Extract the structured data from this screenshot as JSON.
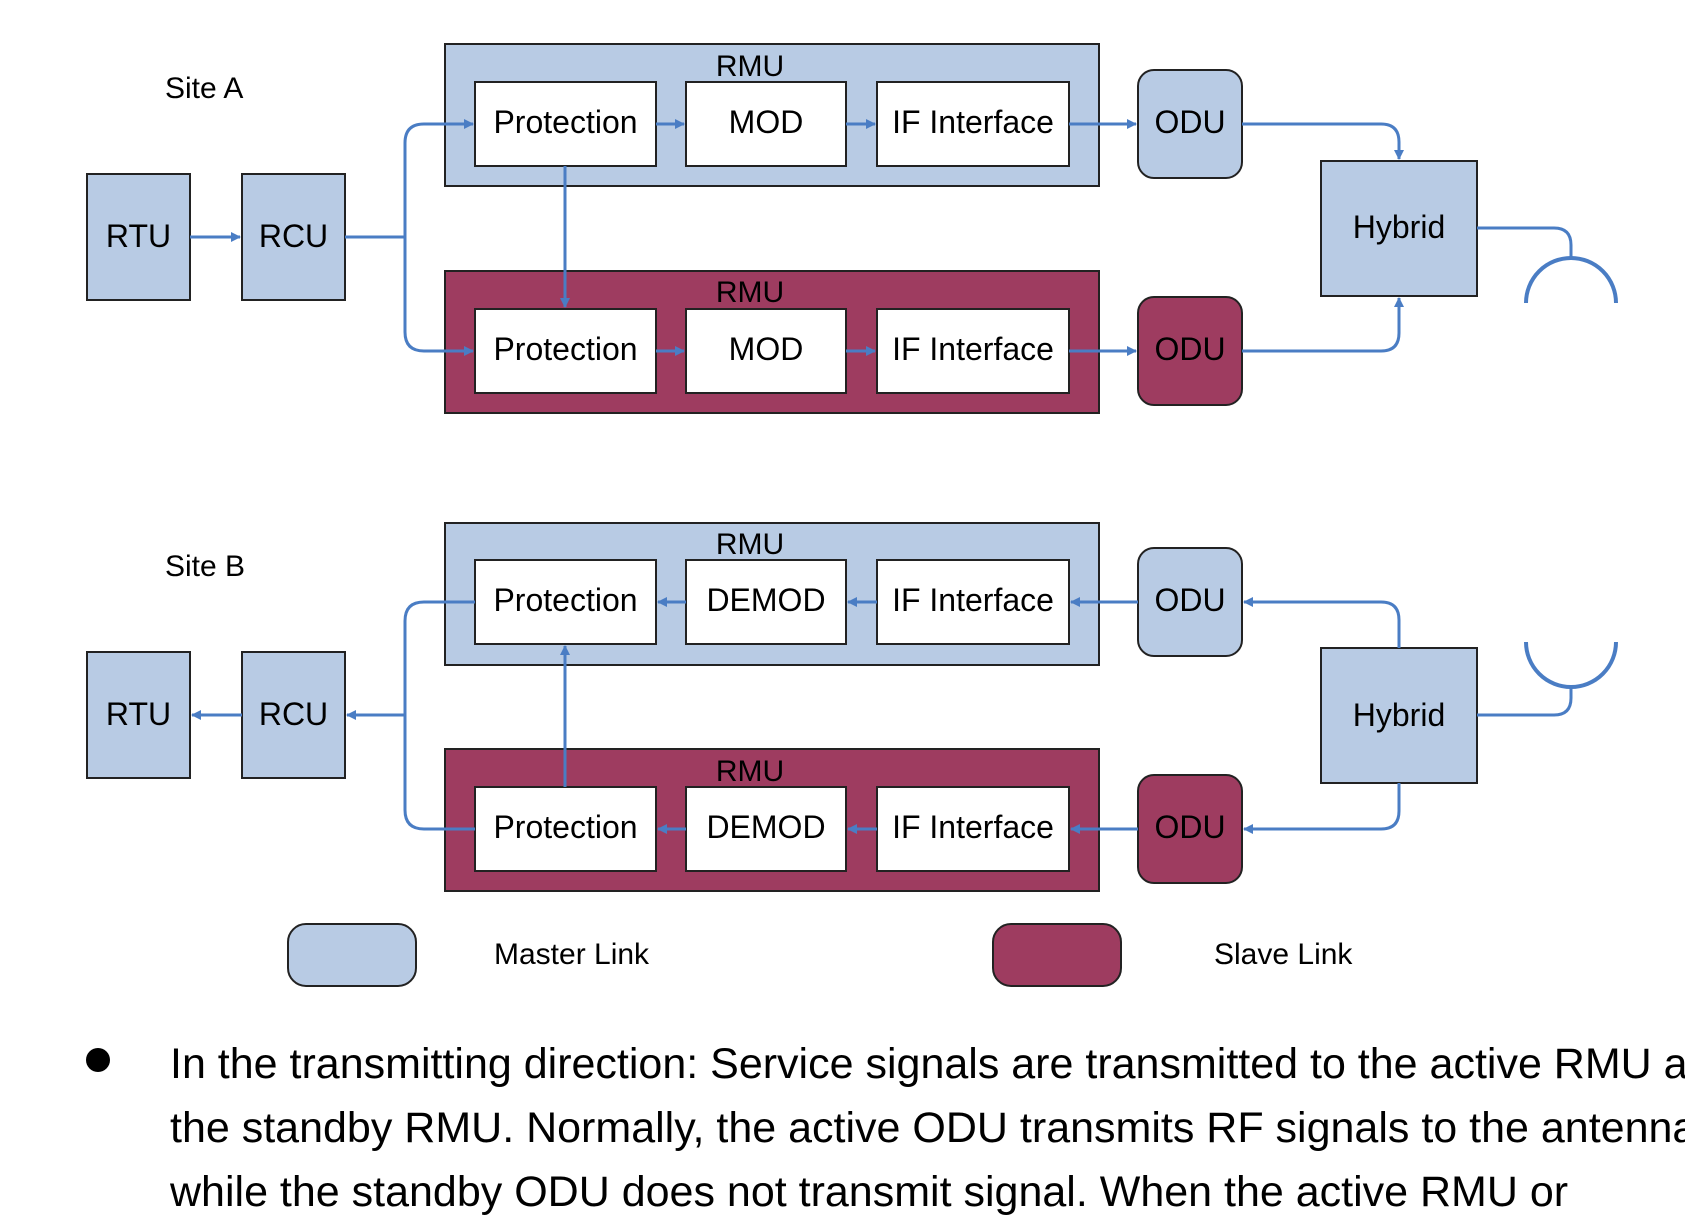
{
  "colors": {
    "master": "#b8cbe4",
    "slave": "#9e3c60",
    "arrow": "#4a7dc4",
    "box_border": "#222222",
    "inner_fill": "#ffffff"
  },
  "site_a": {
    "label": "Site A",
    "rtu": "RTU",
    "rcu": "RCU",
    "master_rmu": {
      "title": "RMU",
      "blocks": [
        "Protection",
        "MOD",
        "IF Interface"
      ],
      "odu": "ODU"
    },
    "slave_rmu": {
      "title": "RMU",
      "blocks": [
        "Protection",
        "MOD",
        "IF Interface"
      ],
      "odu": "ODU"
    },
    "hybrid": "Hybrid"
  },
  "site_b": {
    "label": "Site B",
    "rtu": "RTU",
    "rcu": "RCU",
    "master_rmu": {
      "title": "RMU",
      "blocks": [
        "Protection",
        "DEMOD",
        "IF Interface"
      ],
      "odu": "ODU"
    },
    "slave_rmu": {
      "title": "RMU",
      "blocks": [
        "Protection",
        "DEMOD",
        "IF Interface"
      ],
      "odu": "ODU"
    },
    "hybrid": "Hybrid"
  },
  "legend": {
    "master": "Master Link",
    "slave": "Slave Link"
  },
  "body_text": {
    "lines": [
      "In the transmitting direction:  Service signals are transmitted to the active RMU and",
      "the standby RMU. Normally, the active ODU transmits RF signals to the antenna",
      "while the standby ODU does not transmit signal.  When the active RMU or"
    ]
  }
}
